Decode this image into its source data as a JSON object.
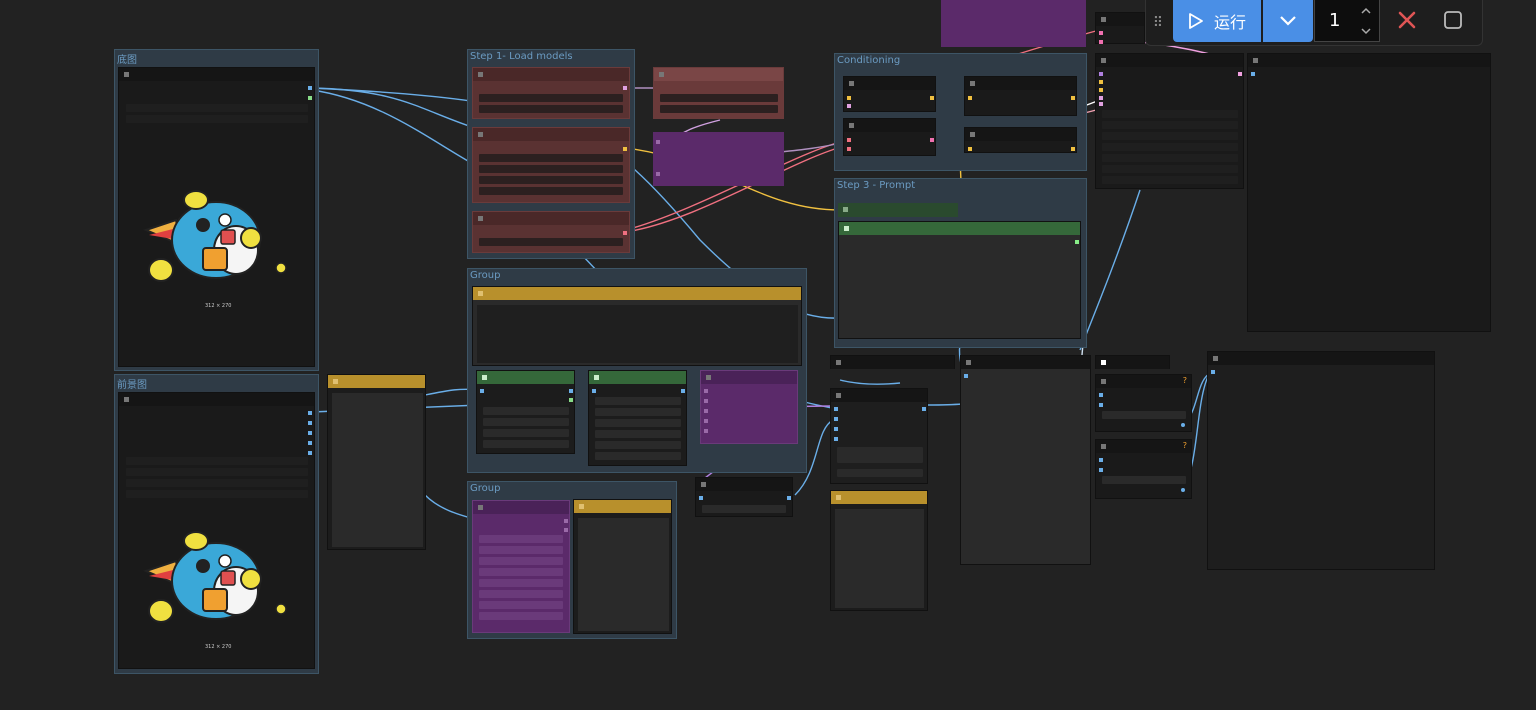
{
  "groups": {
    "bg_image": "底图",
    "fg_image": "前景图",
    "load_models": "Step 1- Load models",
    "conditioning": "Conditioning",
    "prompt": "Step 3 - Prompt",
    "group_a": "Group",
    "group_b": "Group"
  },
  "images": {
    "bg_size": "312 × 270",
    "fg_size": "312 × 270"
  },
  "badges": {
    "q1": "?",
    "q2": "?"
  },
  "toolbar": {
    "run_label": "运行",
    "queue_count": "1"
  },
  "colors": {
    "accent": "#4a8fe6",
    "cancel": "#e05555",
    "link_blue": "#6aaee8",
    "link_yellow": "#f0c040",
    "link_pink": "#f07080",
    "link_purple": "#b080e0"
  }
}
